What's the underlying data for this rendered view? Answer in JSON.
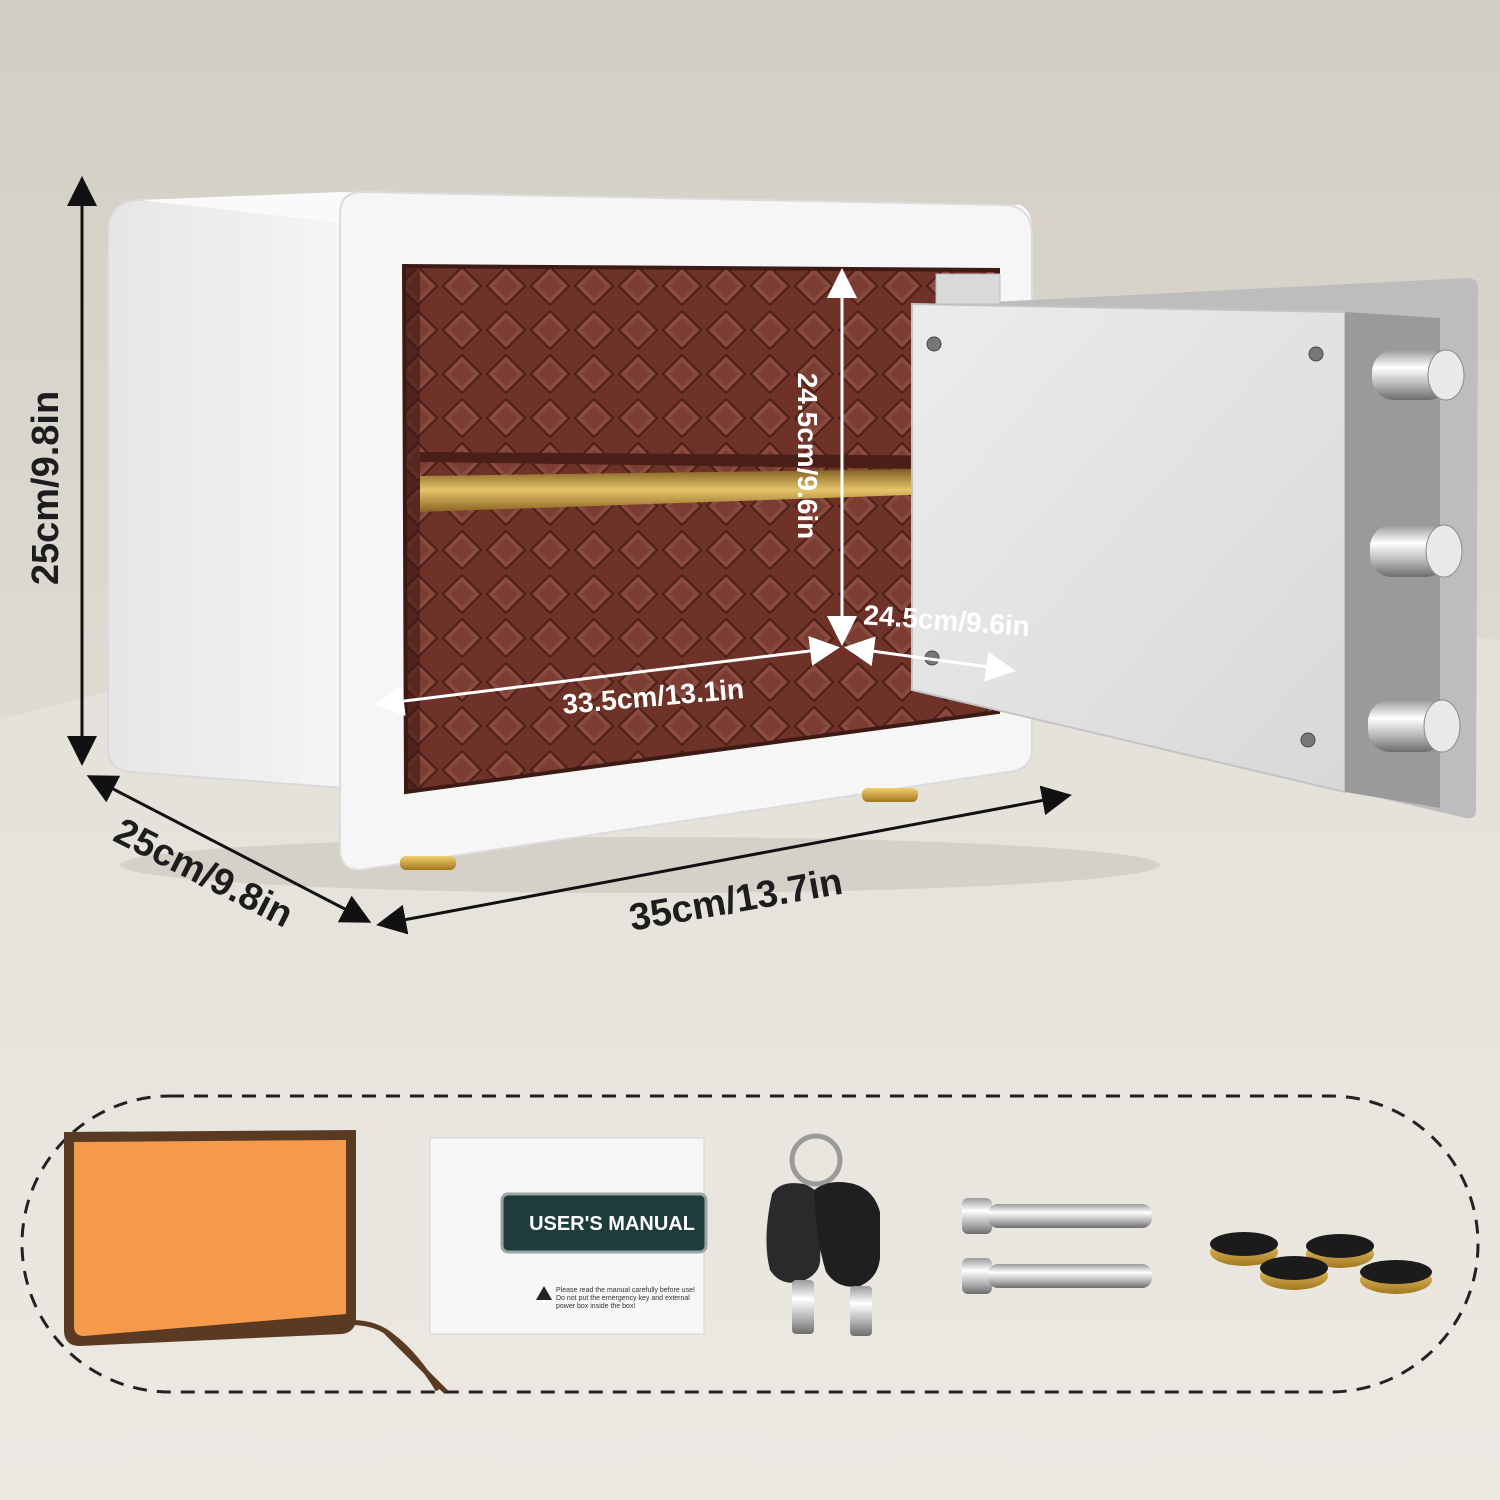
{
  "dimensions": {
    "height": "25cm/9.8in",
    "depth": "25cm/9.8in",
    "width": "35cm/13.7in",
    "inner_height": "24.5cm/9.6in",
    "inner_width": "33.5cm/13.1in",
    "inner_depth": "24.5cm/9.6in"
  },
  "accessories": {
    "manual_title": "USER'S MANUAL",
    "manual_note_line1": "Please read the manual carefully before use!",
    "manual_note_line2": "Do not put the emergency key and external",
    "manual_note_line3": "power box inside the box!"
  },
  "colors": {
    "background_wall": "#d9d6cf",
    "background_floor": "#e9e7e0",
    "safe_body": "#f4f4f4",
    "interior_lining": "#6e3229",
    "gold_trim": "#c9a24a",
    "pouch_orange": "#f59a4a",
    "pouch_trim": "#5a3a22",
    "manual_badge": "#1e3d3a"
  },
  "icons": [
    "safe-icon",
    "key-icon",
    "anchor-bolt-icon",
    "rubber-foot-icon",
    "pouch-icon",
    "manual-icon"
  ]
}
